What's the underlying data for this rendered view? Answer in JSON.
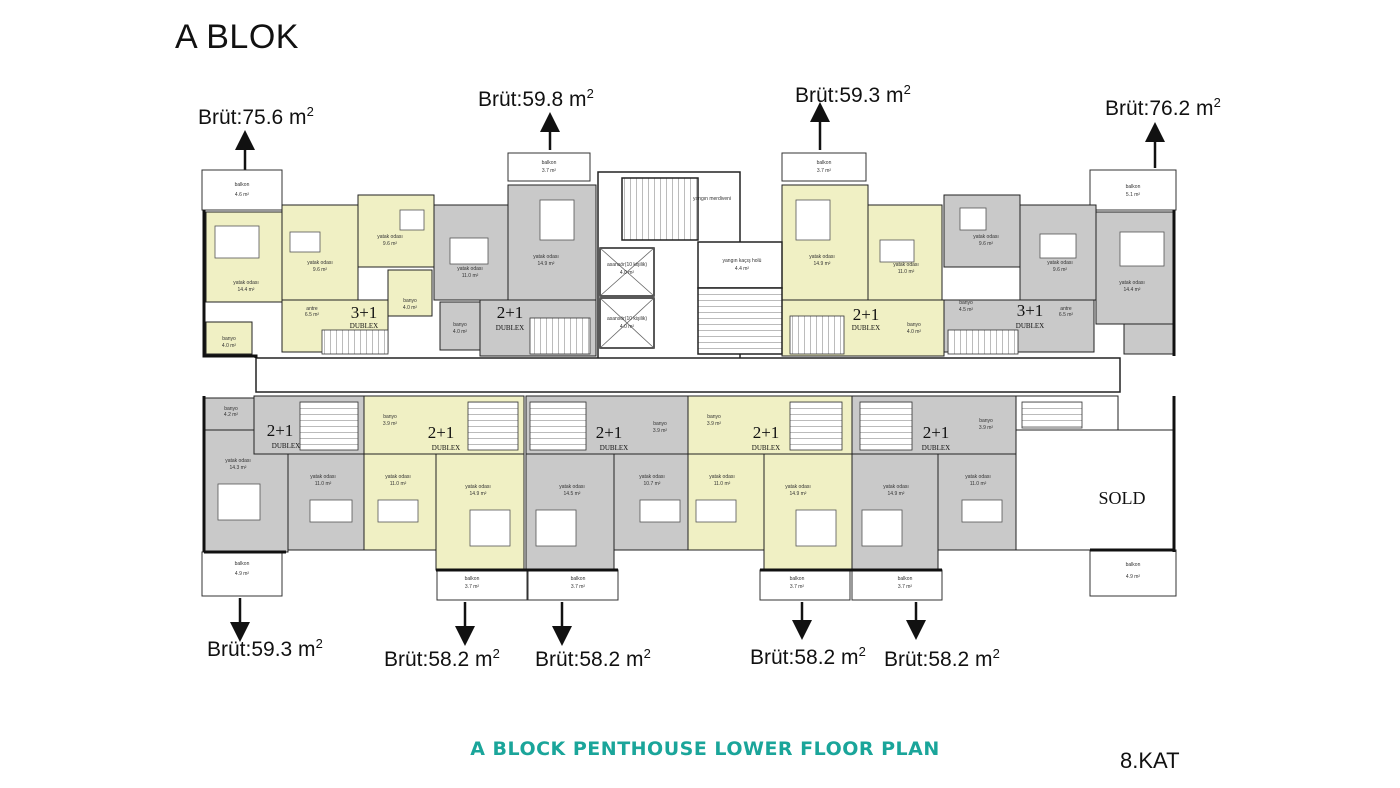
{
  "header": {
    "title": "A BLOK"
  },
  "footer": {
    "plan_title": "A BLOCK PENTHOUSE LOWER FLOOR PLAN",
    "floor": "8.KAT"
  },
  "areas": {
    "top_1": "Brüt:75.6 m",
    "top_2": "Brüt:59.8 m",
    "top_3": "Brüt:59.3 m",
    "top_4": "Brüt:76.2 m",
    "bottom_1": "Brüt:59.3 m",
    "bottom_2": "Brüt:58.2 m",
    "bottom_3": "Brüt:58.2 m",
    "bottom_4": "Brüt:58.2 m",
    "bottom_5": "Brüt:58.2 m"
  },
  "unit_types": {
    "u1": "3+1",
    "u2": "2+1",
    "u3": "2+1",
    "u4": "3+1",
    "u5": "2+1",
    "u6": "2+1",
    "u7": "2+1",
    "u8": "2+1",
    "u9": "2+1"
  },
  "dublex_label": "DUBLEX",
  "sold_label": "SOLD",
  "rooms": {
    "balkon": "balkon",
    "yatak_odasi": "yatak odası",
    "banyo": "banyo",
    "antre": "antre",
    "asansor": "asansör(10 kişilik)",
    "yangin_merdiveni": "yangın merdiveni",
    "yangin_kacis_holu": "yangın kaçış holü",
    "bal_1": "4.6 m²",
    "bal_2": "3.7 m²",
    "bal_3": "3.7 m²",
    "bal_4": "5.1 m²",
    "bal_5": "4.9 m²",
    "bal_6": "3.7 m²",
    "bal_7": "3.7 m²",
    "bal_8": "3.7 m²",
    "bal_9": "3.7 m²",
    "bal_10": "4.9 m²",
    "lift_1": "4.0 m²",
    "lift_2": "4.0 m²",
    "hol": "4.4 m²",
    "r1": "14.4 m²",
    "r2": "9.6 m²",
    "r3": "9.6 m²",
    "r4": "11.0 m²",
    "r5": "14.9 m²",
    "r6": "14.9 m²",
    "r7": "11.0 m²",
    "r8": "9.6 m²",
    "r9": "9.6 m²",
    "r10": "14.4 m²",
    "b1": "4.0 m²",
    "b2": "4.0 m²",
    "b3": "4.0 m²",
    "b4": "4.5 m²",
    "b5": "4.0 m²",
    "a1": "6.5 m²",
    "a2": "6.5 m²",
    "lb1": "4.2 m²",
    "lr1": "14.3 m²",
    "lr2": "11.0 m²",
    "lr3": "11.0 m²",
    "lr4": "14.9 m²",
    "lr5": "14.5 m²",
    "lr6": "10.7 m²",
    "lr7": "11.0 m²",
    "lr8": "14.9 m²",
    "lr9": "14.9 m²",
    "lr10": "11.0 m²",
    "lb2": "3.9 m²",
    "lb3": "3.9 m²",
    "lb4": "3.9 m²",
    "lb5": "3.9 m²"
  },
  "colors": {
    "wall": "#1a1a1a",
    "grey_unit": "#c9c9c9",
    "yellow_unit": "#f0f0c4",
    "accent": "#1aa59a"
  }
}
